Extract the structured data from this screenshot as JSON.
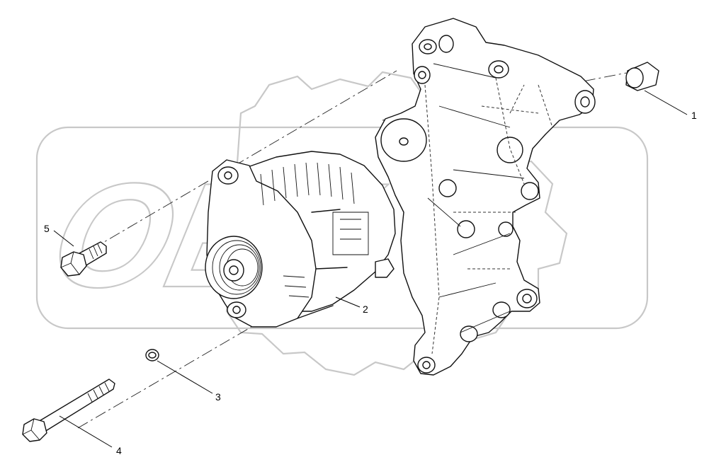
{
  "watermark": {
    "text": "OEX"
  },
  "callouts": [
    {
      "id": "1",
      "label": "1",
      "part": "bushing"
    },
    {
      "id": "2",
      "label": "2",
      "part": "alternator"
    },
    {
      "id": "3",
      "label": "3",
      "part": "washer"
    },
    {
      "id": "4",
      "label": "4",
      "part": "long-bolt"
    },
    {
      "id": "5",
      "label": "5",
      "part": "short-bolt"
    }
  ]
}
